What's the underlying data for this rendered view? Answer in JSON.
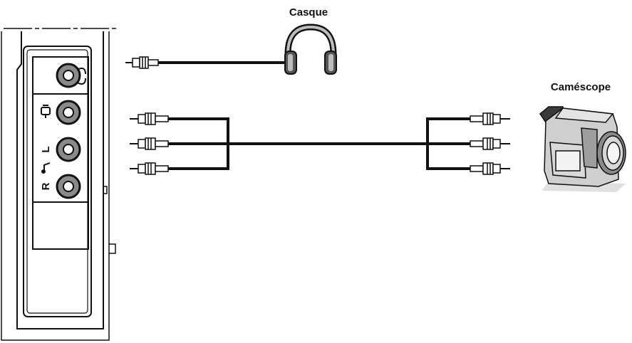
{
  "labels": {
    "headphones": "Casque",
    "camcorder": "Caméscope"
  },
  "panel_markings": {
    "left": "L",
    "right": "R"
  },
  "icons": {
    "headphone_jack": "headphone-socket-icon",
    "video_jack": "video-in-icon",
    "audio_jack": "audio-in-icon",
    "headphones": "headphones-icon",
    "camcorder": "camcorder-icon",
    "plug": "rca-plug-icon"
  },
  "colors": {
    "line": "#111111",
    "panel": "#ffffff",
    "jack_ring": "#8a8a8a",
    "device_gray": "#bdbdbd"
  }
}
